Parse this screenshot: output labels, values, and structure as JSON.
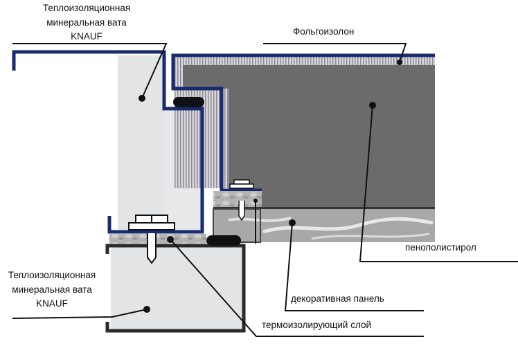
{
  "labels": {
    "top_wool": [
      "Теплоизоляционная",
      "минеральная вата",
      "KNAUF"
    ],
    "foil": "Фольгоизолон",
    "polystyrene": "пенополистирол",
    "decor_panel": "декоративная панель",
    "thermo_layer": "термоизолирующий слой",
    "bottom_wool": [
      "Теплоизоляционная",
      "минеральная вата",
      "KNAUF"
    ]
  },
  "colors": {
    "profile": "#1a2a6e",
    "core": "#6b6b6b",
    "wool": "#e2e4e6",
    "seal": "#111111"
  }
}
